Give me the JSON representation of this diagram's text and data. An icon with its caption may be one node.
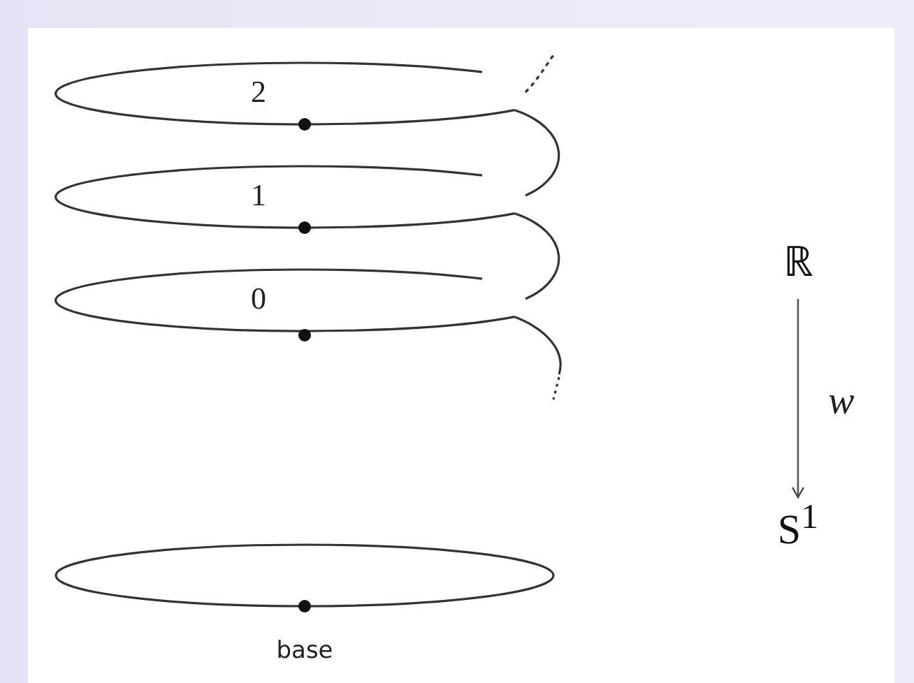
{
  "diagram": {
    "nodes": [
      {
        "text": [
          "ℝ"
        ]
      },
      {
        "text": [
          "S$^{1}$"
        ]
      }
    ],
    "edges": [
      {
        "from": 0,
        "to": 1,
        "arrow": "to",
        "label": "w"
      }
    ],
    "labels": [
      "2",
      "1",
      "0",
      "base"
    ]
  }
}
